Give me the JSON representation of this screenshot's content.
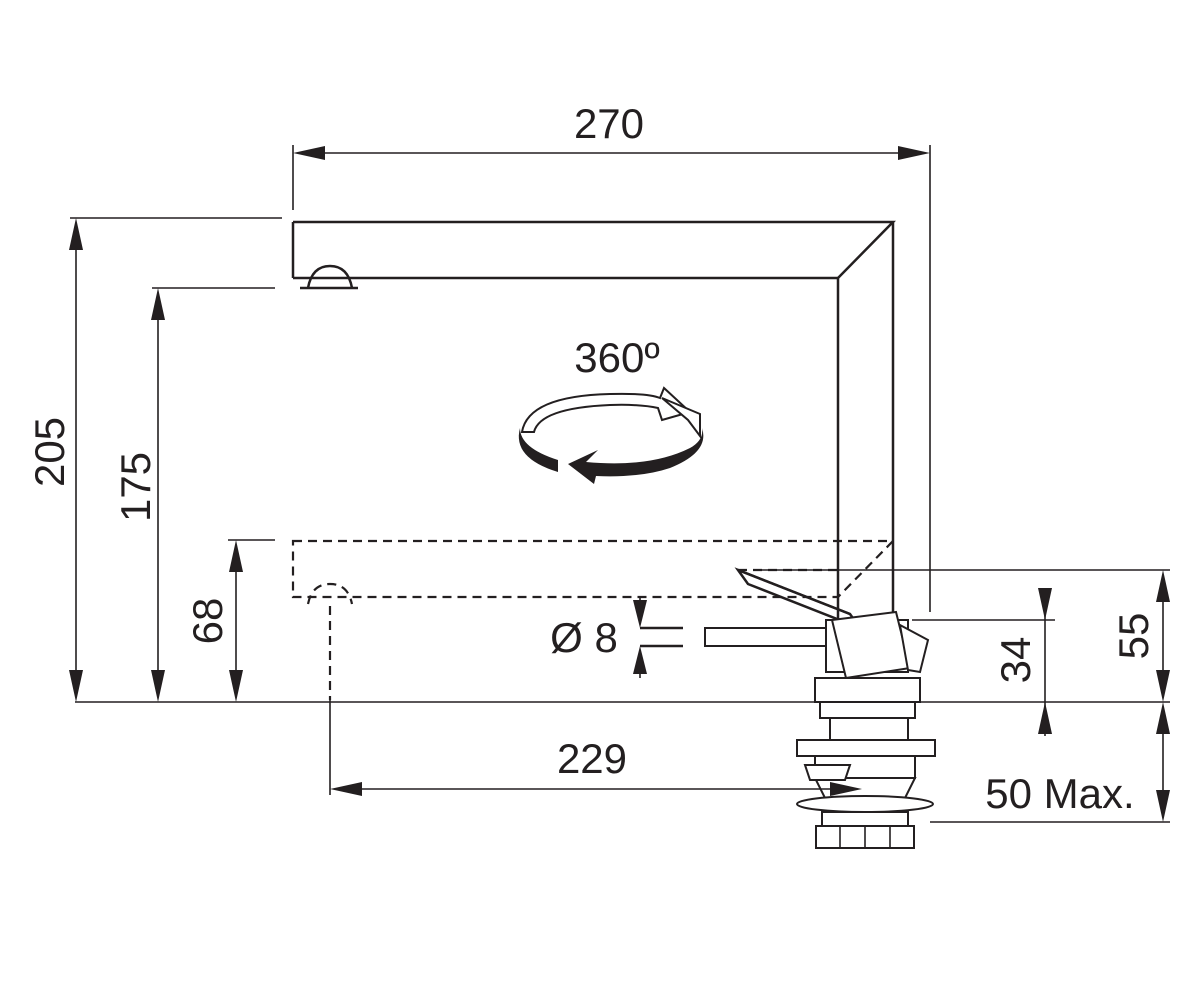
{
  "dimensions": {
    "width_total": "270",
    "height_total": "205",
    "spout_height": "175",
    "spout_low_height": "68",
    "spout_reach": "229",
    "lever_height": "55",
    "base_height": "34",
    "hose_diameter": "Ø 8",
    "deck_thickness": "50 Max.",
    "rotation": "360º"
  },
  "colors": {
    "ink": "#231f20",
    "background": "#ffffff"
  },
  "icons": [
    "rotation-arrow-icon"
  ]
}
